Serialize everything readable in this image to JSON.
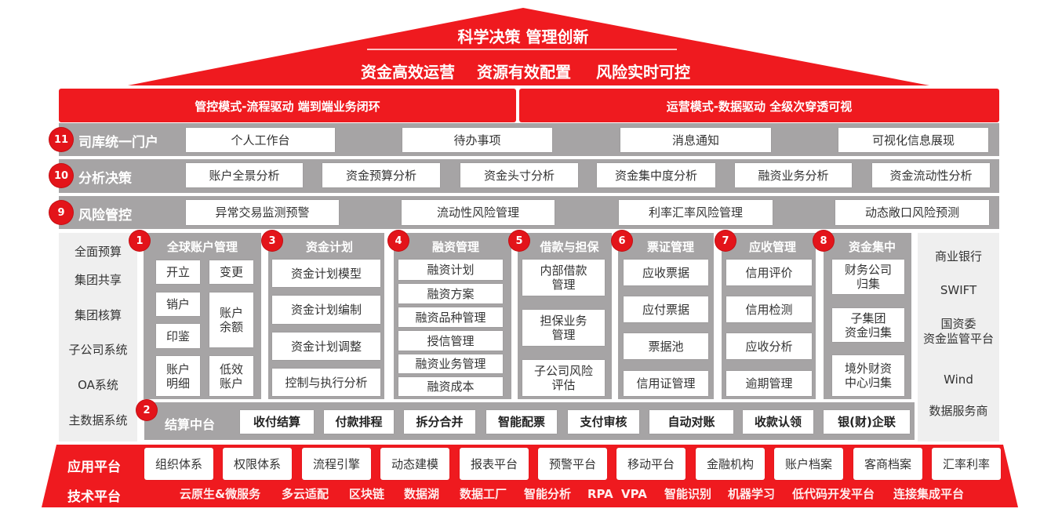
{
  "roof": {
    "title": "科学决策 管理创新",
    "goals": [
      "资金高效运营",
      "资源有效配置",
      "风险实时可控"
    ]
  },
  "banner": {
    "left": "管控模式-流程驱动 端到端业务闭环",
    "right": "运营模式-数据驱动 全级次穿透可视"
  },
  "layers": [
    {
      "badge": "11",
      "label": "司库统一门户",
      "items": [
        "个人工作台",
        "待办事项",
        "消息通知",
        "可视化信息展现"
      ]
    },
    {
      "badge": "10",
      "label": "分析决策",
      "items": [
        "账户全景分析",
        "资金预算分析",
        "资金头寸分析",
        "资金集中度分析",
        "融资业务分析",
        "资金流动性分析"
      ]
    },
    {
      "badge": "9",
      "label": "风险管控",
      "items": [
        "异常交易监测预警",
        "流动性风险管理",
        "利率汇率风险管理",
        "动态敞口风险预测"
      ]
    }
  ],
  "left_systems": [
    "全面预算",
    "集团共享",
    "集团核算",
    "子公司系统",
    "OA系统",
    "主数据系统"
  ],
  "modules": [
    {
      "badge": "1",
      "title": "全球账户管理",
      "items": [
        "开立",
        "变更",
        "销户",
        "账户\n余额",
        "印鉴",
        "账户\n明细",
        "低效\n账户"
      ]
    },
    {
      "badge": "3",
      "title": "资金计划",
      "items": [
        "资金计划模型",
        "资金计划编制",
        "资金计划调整",
        "控制与执行分析"
      ]
    },
    {
      "badge": "4",
      "title": "融资管理",
      "items": [
        "融资计划",
        "融资方案",
        "融资品种管理",
        "授信管理",
        "融资业务管理",
        "融资成本"
      ]
    },
    {
      "badge": "5",
      "title": "借款与担保",
      "items": [
        "内部借款\n管理",
        "担保业务\n管理",
        "子公司风险\n评估"
      ]
    },
    {
      "badge": "6",
      "title": "票证管理",
      "items": [
        "应收票据",
        "应付票据",
        "票据池",
        "信用证管理"
      ]
    },
    {
      "badge": "7",
      "title": "应收管理",
      "items": [
        "信用评价",
        "信用检测",
        "应收分析",
        "逾期管理"
      ]
    },
    {
      "badge": "8",
      "title": "资金集中",
      "items": [
        "财务公司\n归集",
        "子集团\n资金归集",
        "境外财资\n中心归集"
      ]
    }
  ],
  "settlement": {
    "badge": "2",
    "label": "结算中台",
    "items": [
      "收付结算",
      "付款排程",
      "拆分合并",
      "智能配票",
      "支付审核",
      "自动对账",
      "收款认领",
      "银(财)企联"
    ]
  },
  "right_systems": [
    "商业银行",
    "SWIFT",
    "国资委\n资金监管平台",
    "Wind",
    "数据服务商"
  ],
  "platform": {
    "app_label": "应用平台",
    "app_items": [
      "组织体系",
      "权限体系",
      "流程引擎",
      "动态建模",
      "报表平台",
      "预警平台",
      "移动平台",
      "金融机构",
      "账户档案",
      "客商档案",
      "汇率利率"
    ],
    "tech_label": "技术平台",
    "tech_items": [
      "云原生&微服务",
      "多云适配",
      "区块链",
      "数据湖",
      "数据工厂",
      "智能分析",
      "RPA",
      "VPA",
      "智能识别",
      "机器学习",
      "低代码开发平台",
      "连接集成平台"
    ]
  },
  "colors": {
    "red": "#ef1a1f",
    "gray": "#a6a4a5",
    "side_panel": "#efefef",
    "badge": "#e3141a"
  }
}
